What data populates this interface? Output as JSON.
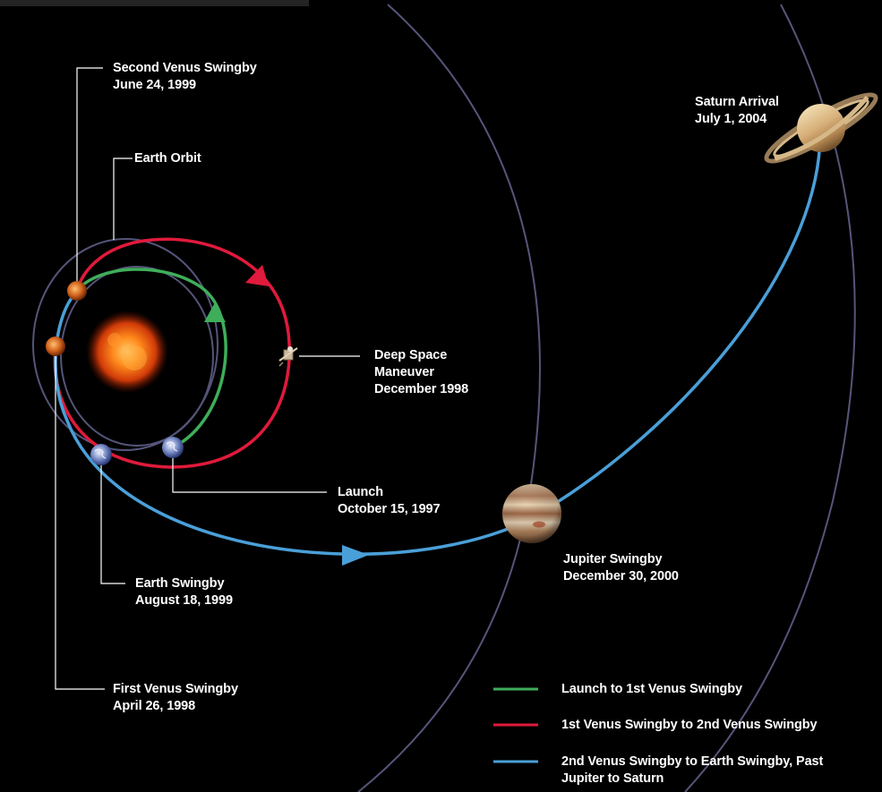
{
  "labels": {
    "second_venus": {
      "title": "Second Venus Swingby",
      "date": "June 24, 1999"
    },
    "earth_orbit": {
      "title": "Earth Orbit"
    },
    "deep_space": {
      "line1": "Deep Space",
      "line2": "Maneuver",
      "date": "December 1998"
    },
    "launch": {
      "title": "Launch",
      "date": "October 15, 1997"
    },
    "earth_swingby": {
      "title": "Earth Swingby",
      "date": "August 18, 1999"
    },
    "first_venus": {
      "title": "First Venus Swingby",
      "date": "April 26, 1998"
    },
    "jupiter": {
      "title": "Jupiter Swingby",
      "date": "December 30, 2000"
    },
    "saturn": {
      "title": "Saturn Arrival",
      "date": "July 1, 2004"
    }
  },
  "legend": [
    {
      "label": "Launch to 1st Venus Swingby",
      "color": "#3fae5a"
    },
    {
      "label": "1st Venus Swingby to 2nd Venus Swingby",
      "color": "#e01a3c"
    },
    {
      "label": "2nd Venus Swingby to Earth Swingby, Past",
      "label2": "Jupiter to Saturn",
      "color": "#4a9fd8"
    }
  ],
  "colors": {
    "background": "#000000",
    "orbit_line": "#55557a",
    "leader_line": "#ffffff",
    "green_path": "#3fae5a",
    "red_path": "#e01a3c",
    "blue_path": "#4a9fd8"
  },
  "icons": [
    "sun-icon",
    "venus-icon",
    "earth-icon",
    "jupiter-icon",
    "saturn-icon",
    "spacecraft-icon"
  ]
}
